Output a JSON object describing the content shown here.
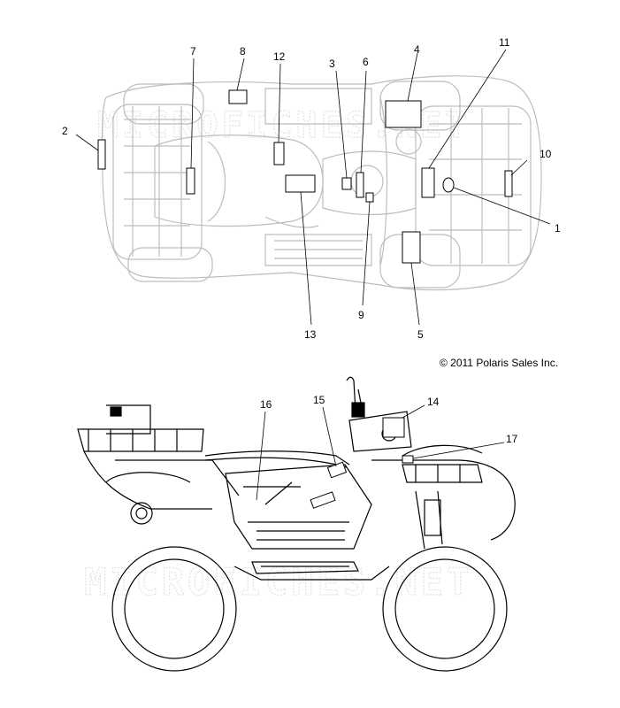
{
  "copyright": "© 2011 Polaris Sales Inc.",
  "watermark": "MICROFICHES.NET",
  "top_view_callouts": [
    "1",
    "2",
    "3",
    "4",
    "5",
    "6",
    "7",
    "8",
    "9",
    "10",
    "11",
    "12",
    "13"
  ],
  "side_view_callouts": [
    "14",
    "15",
    "16",
    "17"
  ],
  "colors": {
    "outline": "#bdbdbd",
    "decal": "#000000",
    "leader": "#000000",
    "watermark": "#e2e2e2"
  }
}
